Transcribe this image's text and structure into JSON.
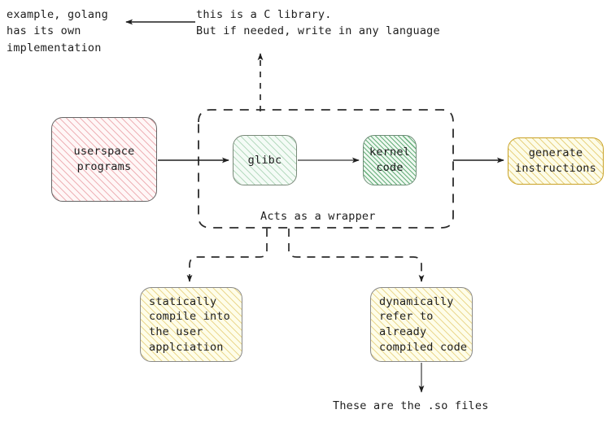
{
  "diagram": {
    "title": "glibc syscall wrapper flow",
    "nodes": {
      "userspace": {
        "label": "userspace\nprograms",
        "fill": "#fff7f7",
        "hatch": "#e07a82"
      },
      "glibc": {
        "label": "glibc",
        "fill": "#f4fbf6",
        "hatch": "#5aaa6e"
      },
      "kernel": {
        "label": "kernel\ncode",
        "fill": "#eef8f0",
        "hatch": "#3a9654"
      },
      "generate": {
        "label": "generate\ninstructions",
        "fill": "#fdfce8",
        "hatch": "#d6b02e"
      },
      "statically": {
        "label": "statically\ncompile into\nthe user\napplciation",
        "fill": "#fefde9",
        "hatch": "#d6b02e"
      },
      "dynamically": {
        "label": "dynamically\nrefer to\nalready\ncompiled code",
        "fill": "#fefde9",
        "hatch": "#d6b02e"
      }
    },
    "annotations": {
      "golang_note": "example, golang\nhas its own\nimplementation",
      "c_library_note": "this is a C library.\nBut if needed, write in any language",
      "wrapper_label": "Acts as a wrapper",
      "so_files_note": "These are the .so files"
    },
    "group": {
      "name": "wrapper-group",
      "style": "dashed"
    },
    "colors": {
      "stroke": "#1e1e1e",
      "dashed": "#333333",
      "text": "#1e1e1e"
    }
  }
}
